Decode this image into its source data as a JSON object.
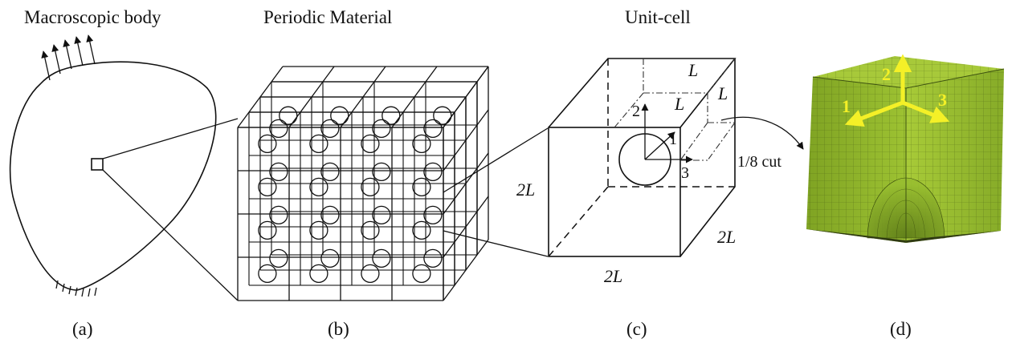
{
  "panels": {
    "a": {
      "title": "Macroscopic body",
      "caption": "(a)"
    },
    "b": {
      "title": "Periodic Material",
      "caption": "(b)"
    },
    "c": {
      "title": "Unit-cell",
      "caption": "(c)",
      "dim_left": "2L",
      "dim_bottom": "2L",
      "dim_right": "2L",
      "dim_L_top": "L",
      "dim_L_mid": "L",
      "dim_L_right": "L",
      "axis_1": "1",
      "axis_2": "2",
      "axis_3": "3",
      "cut_label": "1/8 cut"
    },
    "d": {
      "caption": "(d)",
      "axis_1": "1",
      "axis_2": "2",
      "axis_3": "3"
    }
  },
  "colors": {
    "line": "#111111",
    "mesh_face": "#8fb52a",
    "axes_arrows": "#f4f027"
  }
}
